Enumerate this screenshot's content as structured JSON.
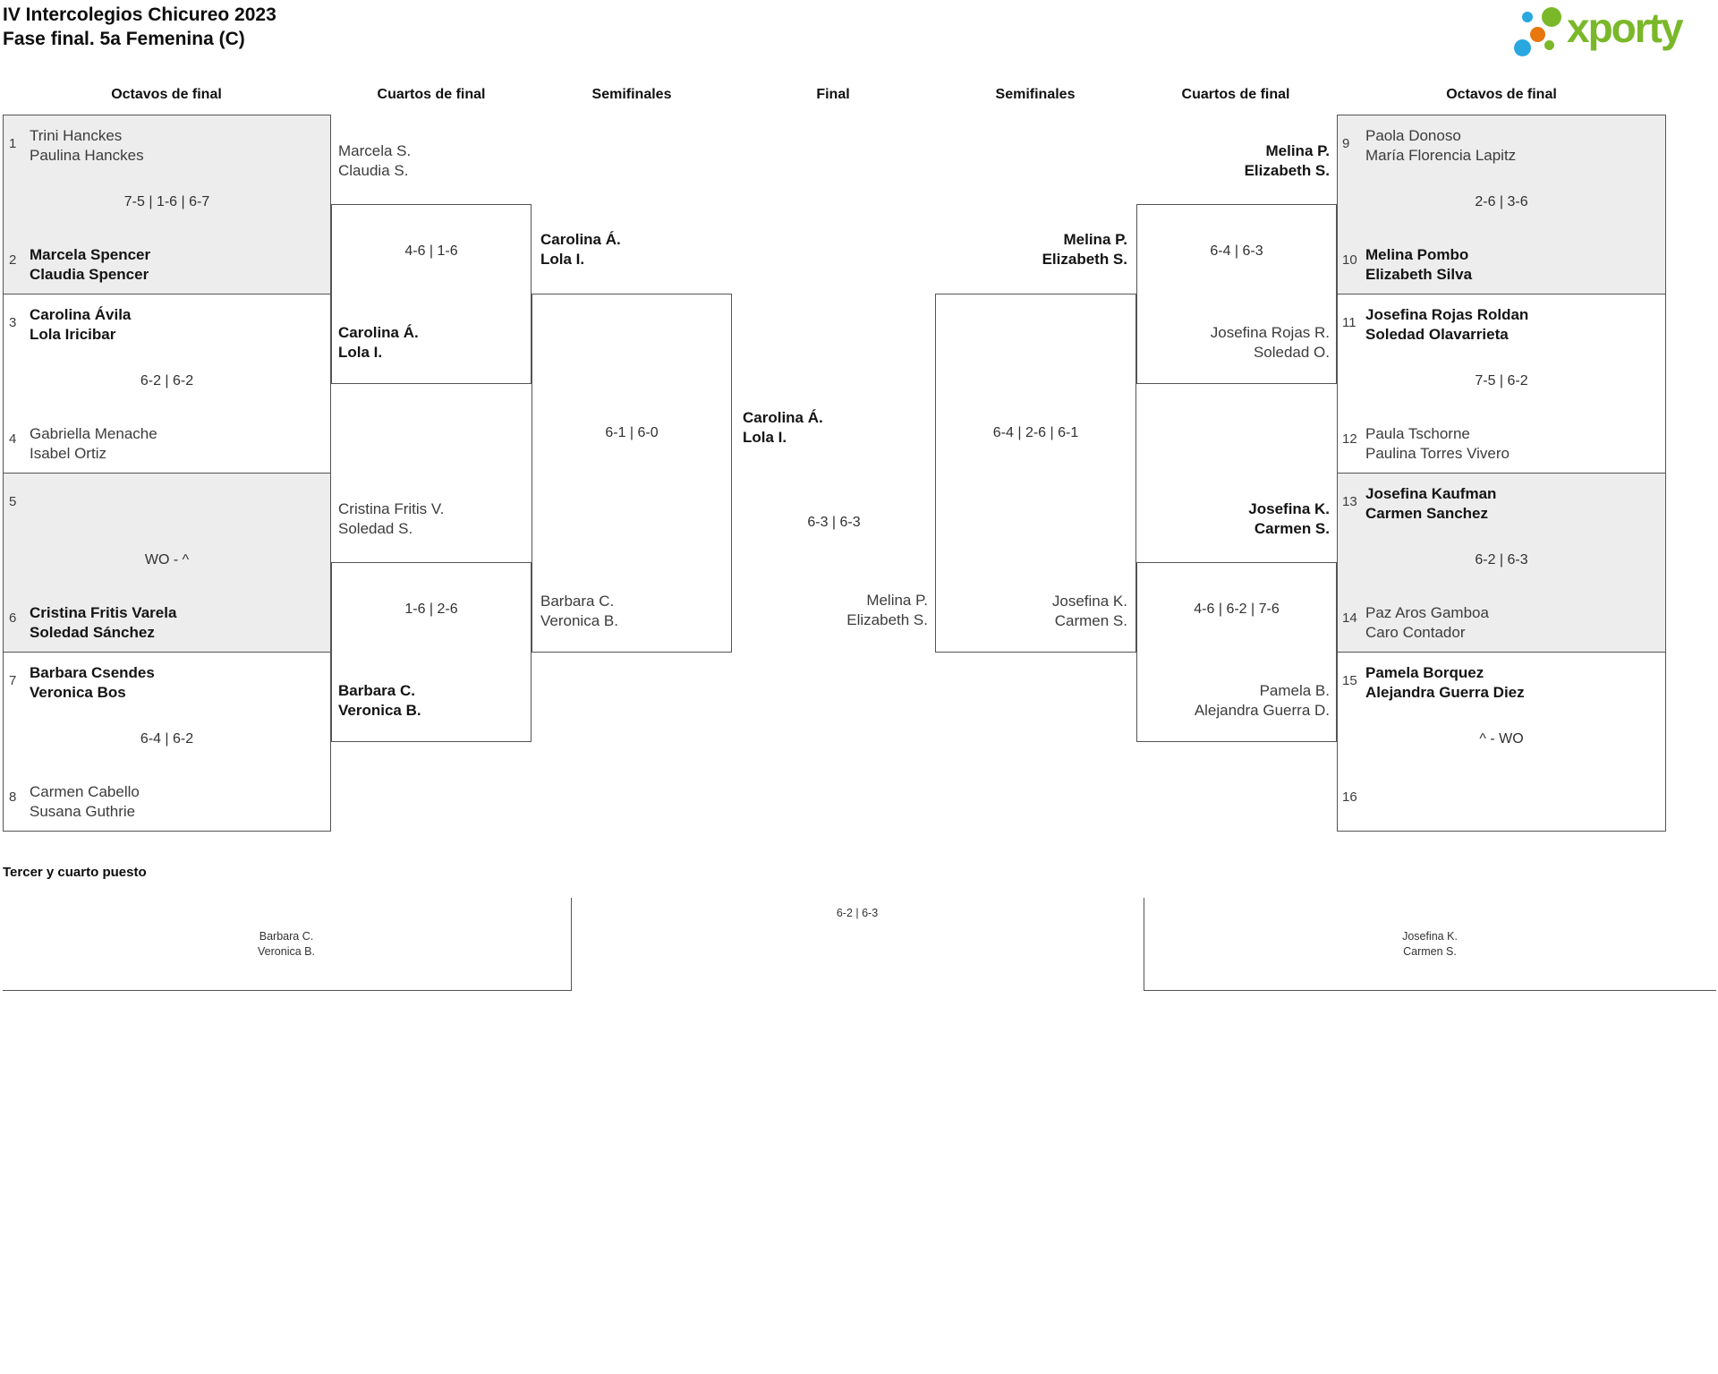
{
  "title": {
    "line1": "IV Intercolegios Chicureo 2023",
    "line2": "Fase final. 5a Femenina (C)"
  },
  "logo": {
    "text": "xporty"
  },
  "headers": [
    "Octavos de final",
    "Cuartos de final",
    "Semifinales",
    "Final",
    "Semifinales",
    "Cuartos de final",
    "Octavos de final"
  ],
  "bracket": {
    "octavos_left": [
      {
        "seed_top": "1",
        "team_top": [
          "Trini Hanckes",
          "Paulina Hanckes"
        ],
        "score": "7-5 | 1-6 | 6-7",
        "seed_bottom": "2",
        "team_bottom": [
          "Marcela Spencer",
          "Claudia Spencer"
        ],
        "winner": "bottom"
      },
      {
        "seed_top": "3",
        "team_top": [
          "Carolina Ávila",
          "Lola Iricibar"
        ],
        "score": "6-2 | 6-2",
        "seed_bottom": "4",
        "team_bottom": [
          "Gabriella Menache",
          "Isabel Ortiz"
        ],
        "winner": "top"
      },
      {
        "seed_top": "5",
        "team_top": [
          "",
          ""
        ],
        "score": "WO - ^",
        "seed_bottom": "6",
        "team_bottom": [
          "Cristina Fritis Varela",
          "Soledad Sánchez"
        ],
        "winner": "bottom"
      },
      {
        "seed_top": "7",
        "team_top": [
          "Barbara Csendes",
          "Veronica Bos"
        ],
        "score": "6-4 | 6-2",
        "seed_bottom": "8",
        "team_bottom": [
          "Carmen Cabello",
          "Susana Guthrie"
        ],
        "winner": "top"
      }
    ],
    "octavos_right": [
      {
        "seed_top": "9",
        "team_top": [
          "Paola Donoso",
          "María Florencia Lapitz"
        ],
        "score": "2-6 | 3-6",
        "seed_bottom": "10",
        "team_bottom": [
          "Melina Pombo",
          "Elizabeth Silva"
        ],
        "winner": "bottom"
      },
      {
        "seed_top": "11",
        "team_top": [
          "Josefina Rojas Roldan",
          "Soledad Olavarrieta"
        ],
        "score": "7-5 | 6-2",
        "seed_bottom": "12",
        "team_bottom": [
          "Paula Tschorne",
          "Paulina Torres Vivero"
        ],
        "winner": "top"
      },
      {
        "seed_top": "13",
        "team_top": [
          "Josefina Kaufman",
          "Carmen Sanchez"
        ],
        "score": "6-2 | 6-3",
        "seed_bottom": "14",
        "team_bottom": [
          "Paz Aros Gamboa",
          "Caro Contador"
        ],
        "winner": "top"
      },
      {
        "seed_top": "15",
        "team_top": [
          "Pamela Borquez",
          "Alejandra Guerra Diez"
        ],
        "score": "^ - WO",
        "seed_bottom": "16",
        "team_bottom": [
          "",
          ""
        ],
        "winner": "top"
      }
    ],
    "cuartos_left": [
      {
        "team_top": [
          "Marcela S.",
          "Claudia S."
        ],
        "score": "4-6 | 1-6",
        "team_bottom": [
          "Carolina Á.",
          "Lola I."
        ],
        "winner": "bottom"
      },
      {
        "team_top": [
          "Cristina Fritis V.",
          "Soledad S."
        ],
        "score": "1-6 | 2-6",
        "team_bottom": [
          "Barbara C.",
          "Veronica B."
        ],
        "winner": "bottom"
      }
    ],
    "cuartos_right": [
      {
        "team_top": [
          "Melina P.",
          "Elizabeth S."
        ],
        "score": "6-4 | 6-3",
        "team_bottom": [
          "Josefina Rojas R.",
          "Soledad O."
        ],
        "winner": "top"
      },
      {
        "team_top": [
          "Josefina K.",
          "Carmen S."
        ],
        "score": "4-6 | 6-2 | 7-6",
        "team_bottom": [
          "Pamela B.",
          "Alejandra Guerra D."
        ],
        "winner": "top"
      }
    ],
    "semifinal_left": {
      "team_top": [
        "Carolina Á.",
        "Lola I."
      ],
      "score": "6-1 | 6-0",
      "team_bottom": [
        "Barbara C.",
        "Veronica B."
      ],
      "winner": "top"
    },
    "semifinal_right": {
      "team_top": [
        "Melina P.",
        "Elizabeth S."
      ],
      "score": "6-4 | 2-6 | 6-1",
      "team_bottom": [
        "Josefina K.",
        "Carmen S."
      ],
      "winner": "top"
    },
    "final": {
      "winner": [
        "Carolina Á.",
        "Lola I."
      ],
      "score": "6-3 | 6-3",
      "runner_up": [
        "Melina P.",
        "Elizabeth S."
      ]
    }
  },
  "third_place": {
    "heading": "Tercer y cuarto puesto",
    "team_left": [
      "Barbara C.",
      "Veronica B."
    ],
    "score": "6-2 | 6-3",
    "team_right": [
      "Josefina K.",
      "Carmen S."
    ]
  },
  "colors": {
    "green": "#7ab829",
    "blue": "#29a8e0",
    "orange": "#e8770e",
    "shaded_box": "#ededed",
    "border": "#545454"
  }
}
